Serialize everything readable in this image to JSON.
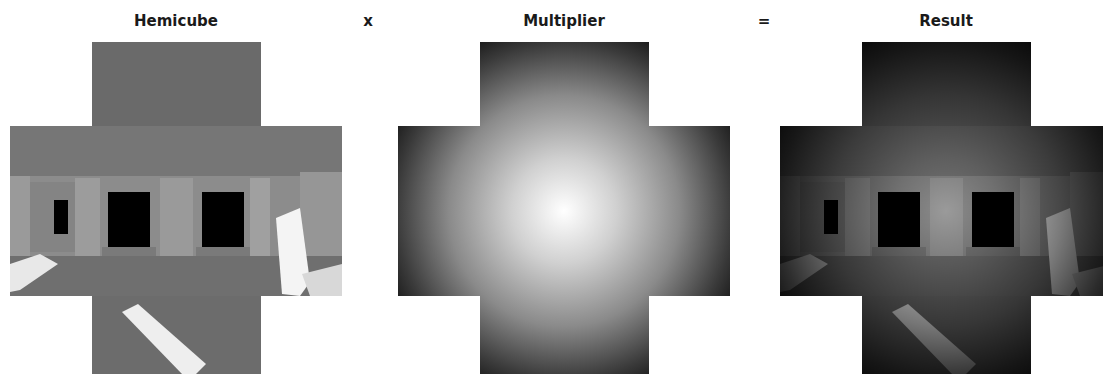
{
  "diagram": {
    "labels": [
      "Hemicube",
      "x",
      "Multiplier",
      "=",
      "Result"
    ]
  }
}
